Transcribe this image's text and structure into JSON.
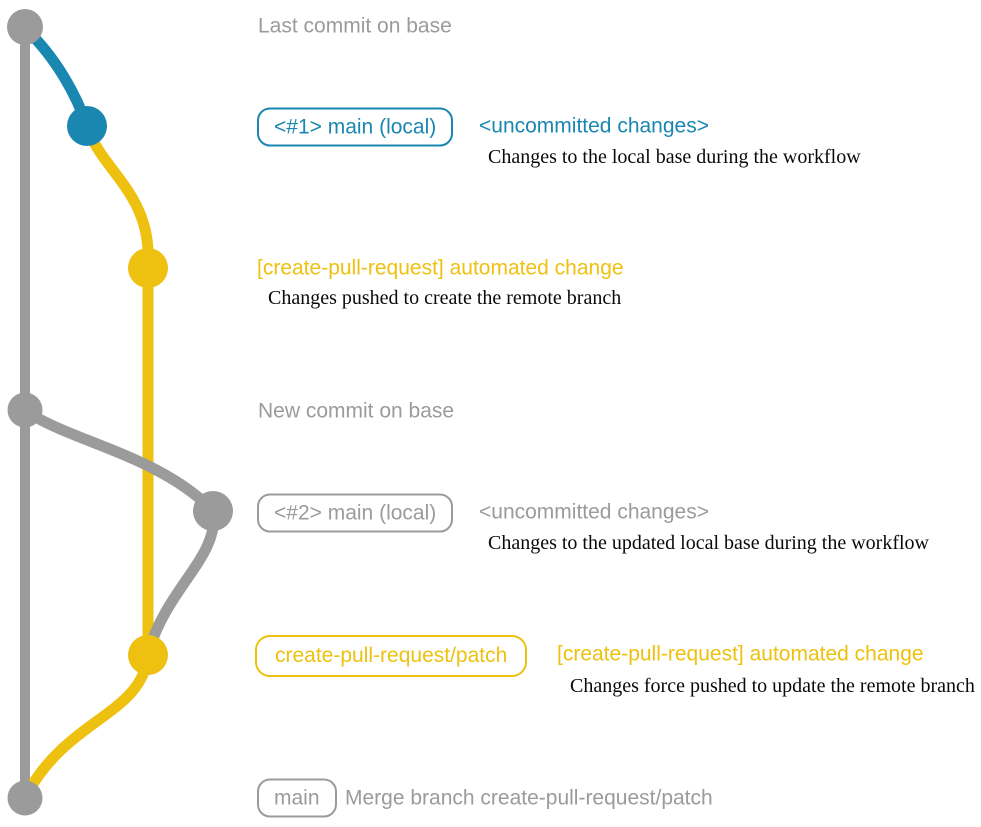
{
  "colors": {
    "gray": "#9b9b9b",
    "blue": "#1a87b1",
    "yellow": "#eec111",
    "ink": "#0a0a0a",
    "background": "#ffffff"
  },
  "annotations": {
    "last_commit": "Last commit on base",
    "branch1_badge": "<#1> main (local)",
    "branch1_status": "<uncommitted changes>",
    "branch1_note": "Changes to the local base during the workflow",
    "push1_message": "[create-pull-request] automated change",
    "push1_note": "Changes pushed to create the remote branch",
    "new_commit": "New commit on base",
    "branch2_badge": "<#2> main (local)",
    "branch2_status": "<uncommitted changes>",
    "branch2_note": "Changes to the updated local base during the workflow",
    "push2_badge": "create-pull-request/patch",
    "push2_message": "[create-pull-request] automated change",
    "push2_note": "Changes force pushed to update the remote branch",
    "merge_badge": "main",
    "merge_message": "Merge branch create-pull-request/patch"
  },
  "graph": {
    "type": "git-graph",
    "branches": [
      {
        "name": "base",
        "color": "#9b9b9b"
      },
      {
        "name": "main (local)",
        "color": "#1a87b1"
      },
      {
        "name": "create-pull-request/patch",
        "color": "#eec111"
      }
    ],
    "commits": [
      {
        "id": "last-commit-on-base",
        "branch": "base"
      },
      {
        "id": "uncommitted-changes-1",
        "branch": "main (local)"
      },
      {
        "id": "automated-change-1",
        "branch": "create-pull-request/patch"
      },
      {
        "id": "new-commit-on-base",
        "branch": "base"
      },
      {
        "id": "uncommitted-changes-2",
        "branch": "main (local)"
      },
      {
        "id": "automated-change-2",
        "branch": "create-pull-request/patch"
      },
      {
        "id": "merge-commit",
        "branch": "base"
      }
    ]
  }
}
